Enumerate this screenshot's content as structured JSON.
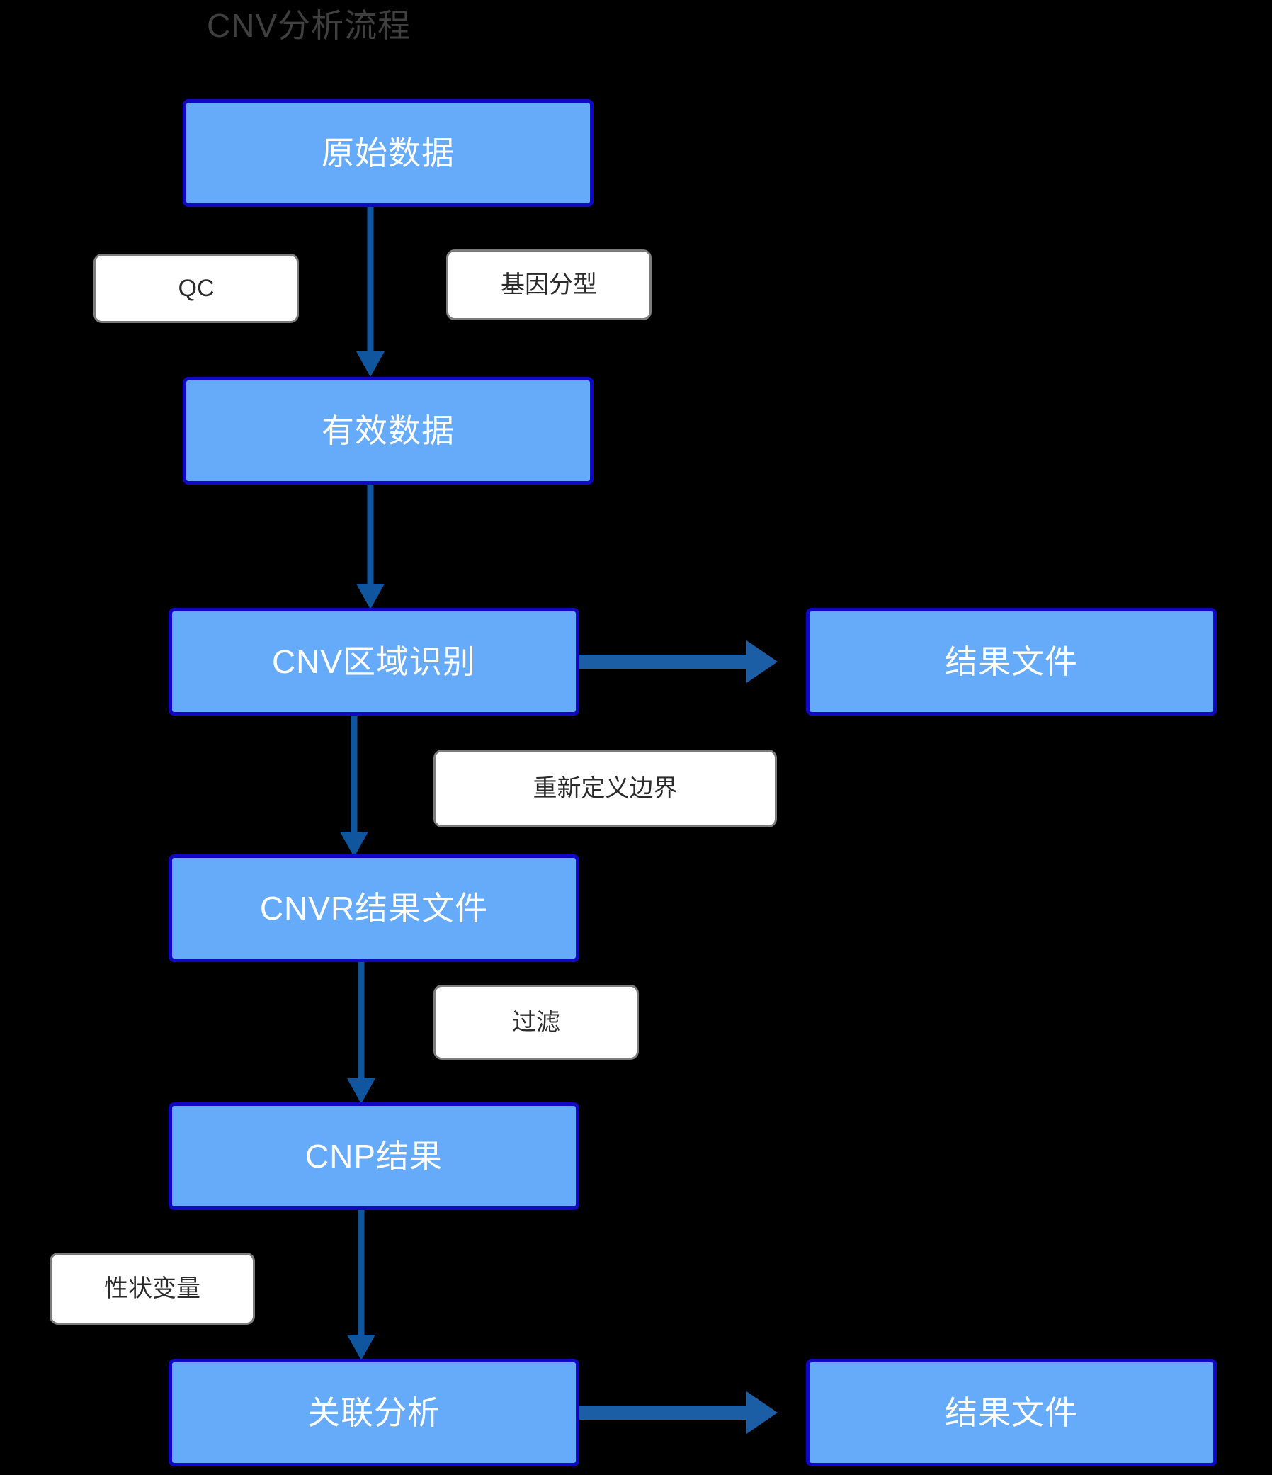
{
  "diagram": {
    "title": "CNV分析流程",
    "background_color": "#000000",
    "node_fill_color": "#66AAFA",
    "node_border_color": "#1108C4",
    "node_text_color": "#FFFFFF",
    "label_fill_color": "#FFFFFF",
    "label_border_color": "#7D7D7D",
    "label_text_color": "#2B2B2B",
    "arrow_color": "#1B5EA6",
    "title_color": "#3F3F3F"
  },
  "nodes": [
    {
      "id": "raw-data",
      "label": "原始数据"
    },
    {
      "id": "valid-data",
      "label": "有效数据"
    },
    {
      "id": "cnv-region-call",
      "label": "CNV区域识别"
    },
    {
      "id": "result-file-1",
      "label": "结果文件"
    },
    {
      "id": "cnvr-result",
      "label": "CNVR结果文件"
    },
    {
      "id": "cnp-result",
      "label": "CNP结果"
    },
    {
      "id": "assoc-analysis",
      "label": "关联分析"
    },
    {
      "id": "result-file-2",
      "label": "结果文件"
    }
  ],
  "edge_labels": [
    {
      "id": "qc",
      "label": "QC"
    },
    {
      "id": "genotyping",
      "label": "基因分型"
    },
    {
      "id": "redefine",
      "label": "重新定义边界"
    },
    {
      "id": "filter",
      "label": "过滤"
    },
    {
      "id": "trait-variable",
      "label": "性状变量"
    }
  ]
}
